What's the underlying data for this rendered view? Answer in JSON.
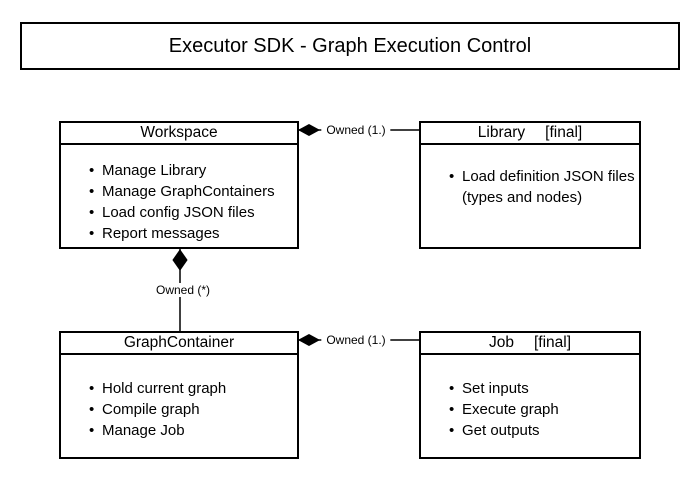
{
  "title": "Executor SDK - Graph Execution Control",
  "classes": {
    "workspace": {
      "name": "Workspace",
      "items": [
        "Manage Library",
        "Manage GraphContainers",
        "Load config JSON files",
        "Report messages"
      ]
    },
    "library": {
      "name": "Library",
      "modifier": "[final]",
      "items": [
        "Load definition JSON files (types and nodes)"
      ]
    },
    "graphcontainer": {
      "name": "GraphContainer",
      "items": [
        "Hold current graph",
        "Compile graph",
        "Manage Job"
      ]
    },
    "job": {
      "name": "Job",
      "modifier": "[final]",
      "items": [
        "Set inputs",
        "Execute graph",
        "Get outputs"
      ]
    }
  },
  "connectors": {
    "workspace_library": {
      "label": "Owned (1.)"
    },
    "workspace_graphcontainer": {
      "label": "Owned (*)"
    },
    "graphcontainer_job": {
      "label": "Owned (1.)"
    }
  },
  "colors": {
    "stroke": "#000000",
    "background": "#ffffff",
    "text": "#000000"
  }
}
